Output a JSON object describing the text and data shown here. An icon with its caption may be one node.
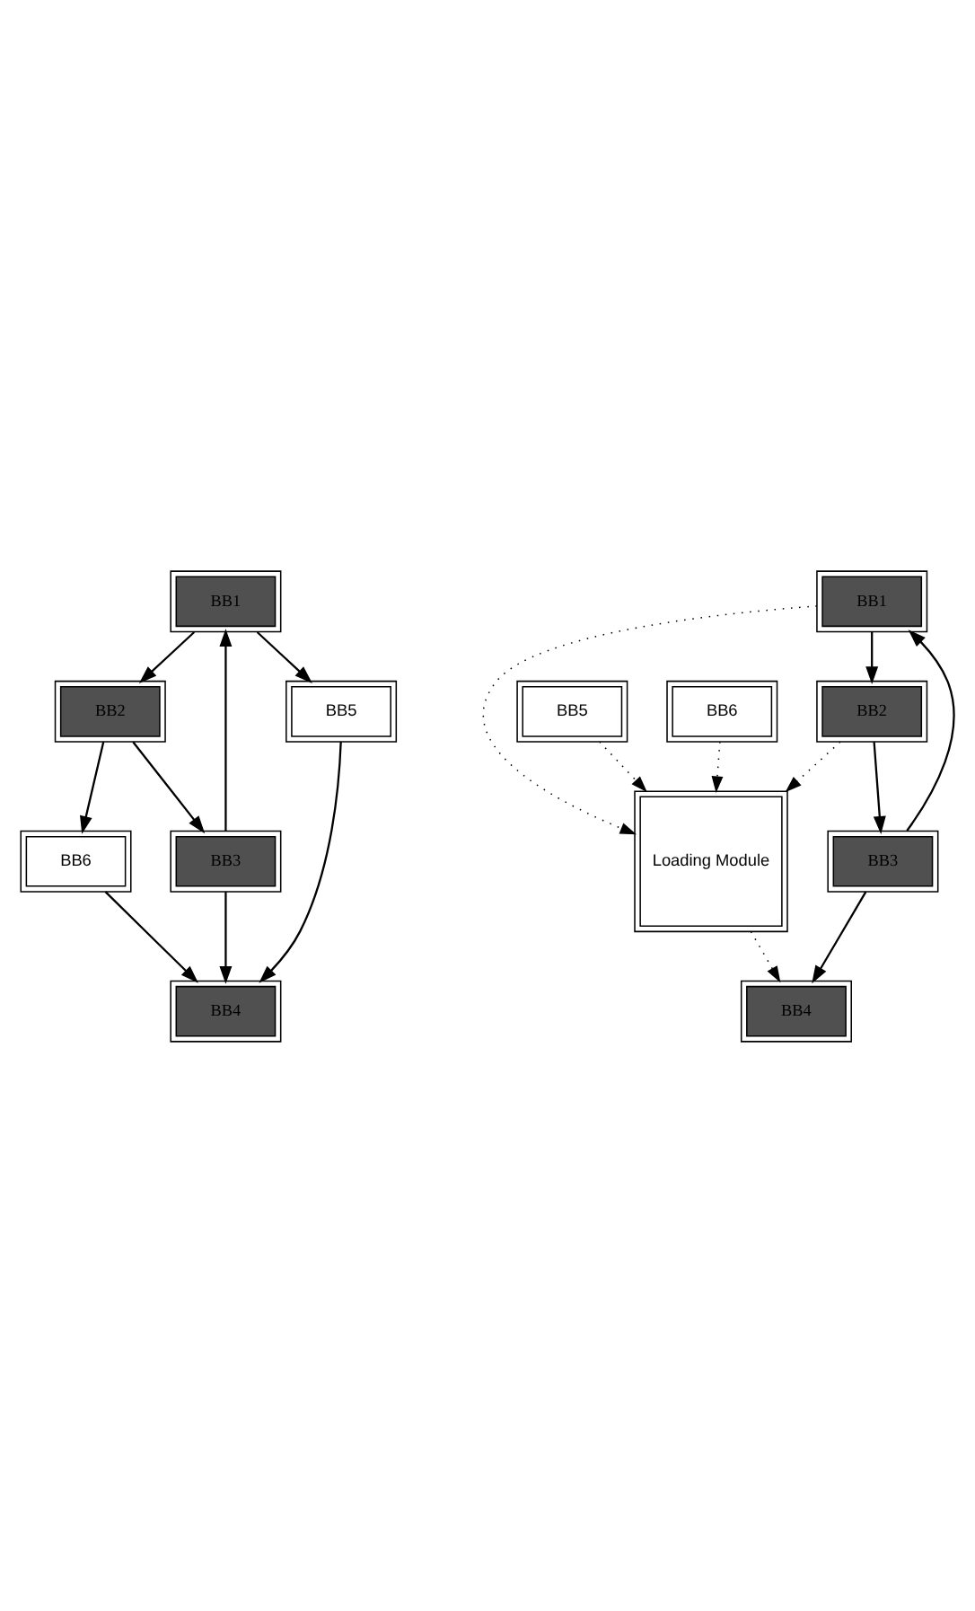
{
  "diagram": {
    "nodes": [
      {
        "text": [
          "BB1"
        ]
      },
      {
        "text": [
          "BB2"
        ]
      },
      {
        "text": [
          "BB5"
        ]
      },
      {
        "text": [
          "BB3"
        ]
      },
      {
        "text": [
          "BB6"
        ]
      },
      {
        "text": [
          "BB4"
        ]
      },
      {
        "text": [
          "BB1"
        ]
      },
      {
        "text": [
          "BB2"
        ]
      },
      {
        "text": [
          "BB5"
        ]
      },
      {
        "text": [
          "Loading Module"
        ]
      },
      {
        "text": [
          "BB6"
        ]
      },
      {
        "text": [
          "BB3"
        ]
      },
      {
        "text": [
          "BB4"
        ]
      }
    ],
    "edges": [
      {
        "from": 0,
        "to": 1,
        "arrow": "to"
      },
      {
        "from": 0,
        "to": 2,
        "arrow": "to"
      },
      {
        "from": 1,
        "to": 3,
        "arrow": "to"
      },
      {
        "from": 1,
        "to": 4,
        "arrow": "to"
      },
      {
        "from": 4,
        "to": 5,
        "arrow": "to"
      },
      {
        "from": 2,
        "to": 5,
        "arrow": "to"
      },
      {
        "from": 3,
        "to": 5,
        "arrow": "to"
      },
      {
        "from": 3,
        "to": 0,
        "arrow": "to"
      },
      {
        "from": 6,
        "to": 7,
        "arrow": "to"
      },
      {
        "from": 6,
        "to": 9,
        "arrow": "to",
        "style": "dashed"
      },
      {
        "from": 7,
        "to": 11,
        "arrow": "to"
      },
      {
        "from": 7,
        "to": 9,
        "arrow": "to",
        "style": "dashed"
      },
      {
        "from": 8,
        "to": 9,
        "arrow": "to",
        "style": "dashed"
      },
      {
        "from": 10,
        "to": 9,
        "arrow": "to",
        "style": "dashed"
      },
      {
        "from": 11,
        "to": 12,
        "arrow": "to"
      },
      {
        "from": 11,
        "to": 6,
        "arrow": "to"
      },
      {
        "from": 9,
        "to": 12,
        "arrow": "to",
        "style": "dashed"
      }
    ]
  }
}
